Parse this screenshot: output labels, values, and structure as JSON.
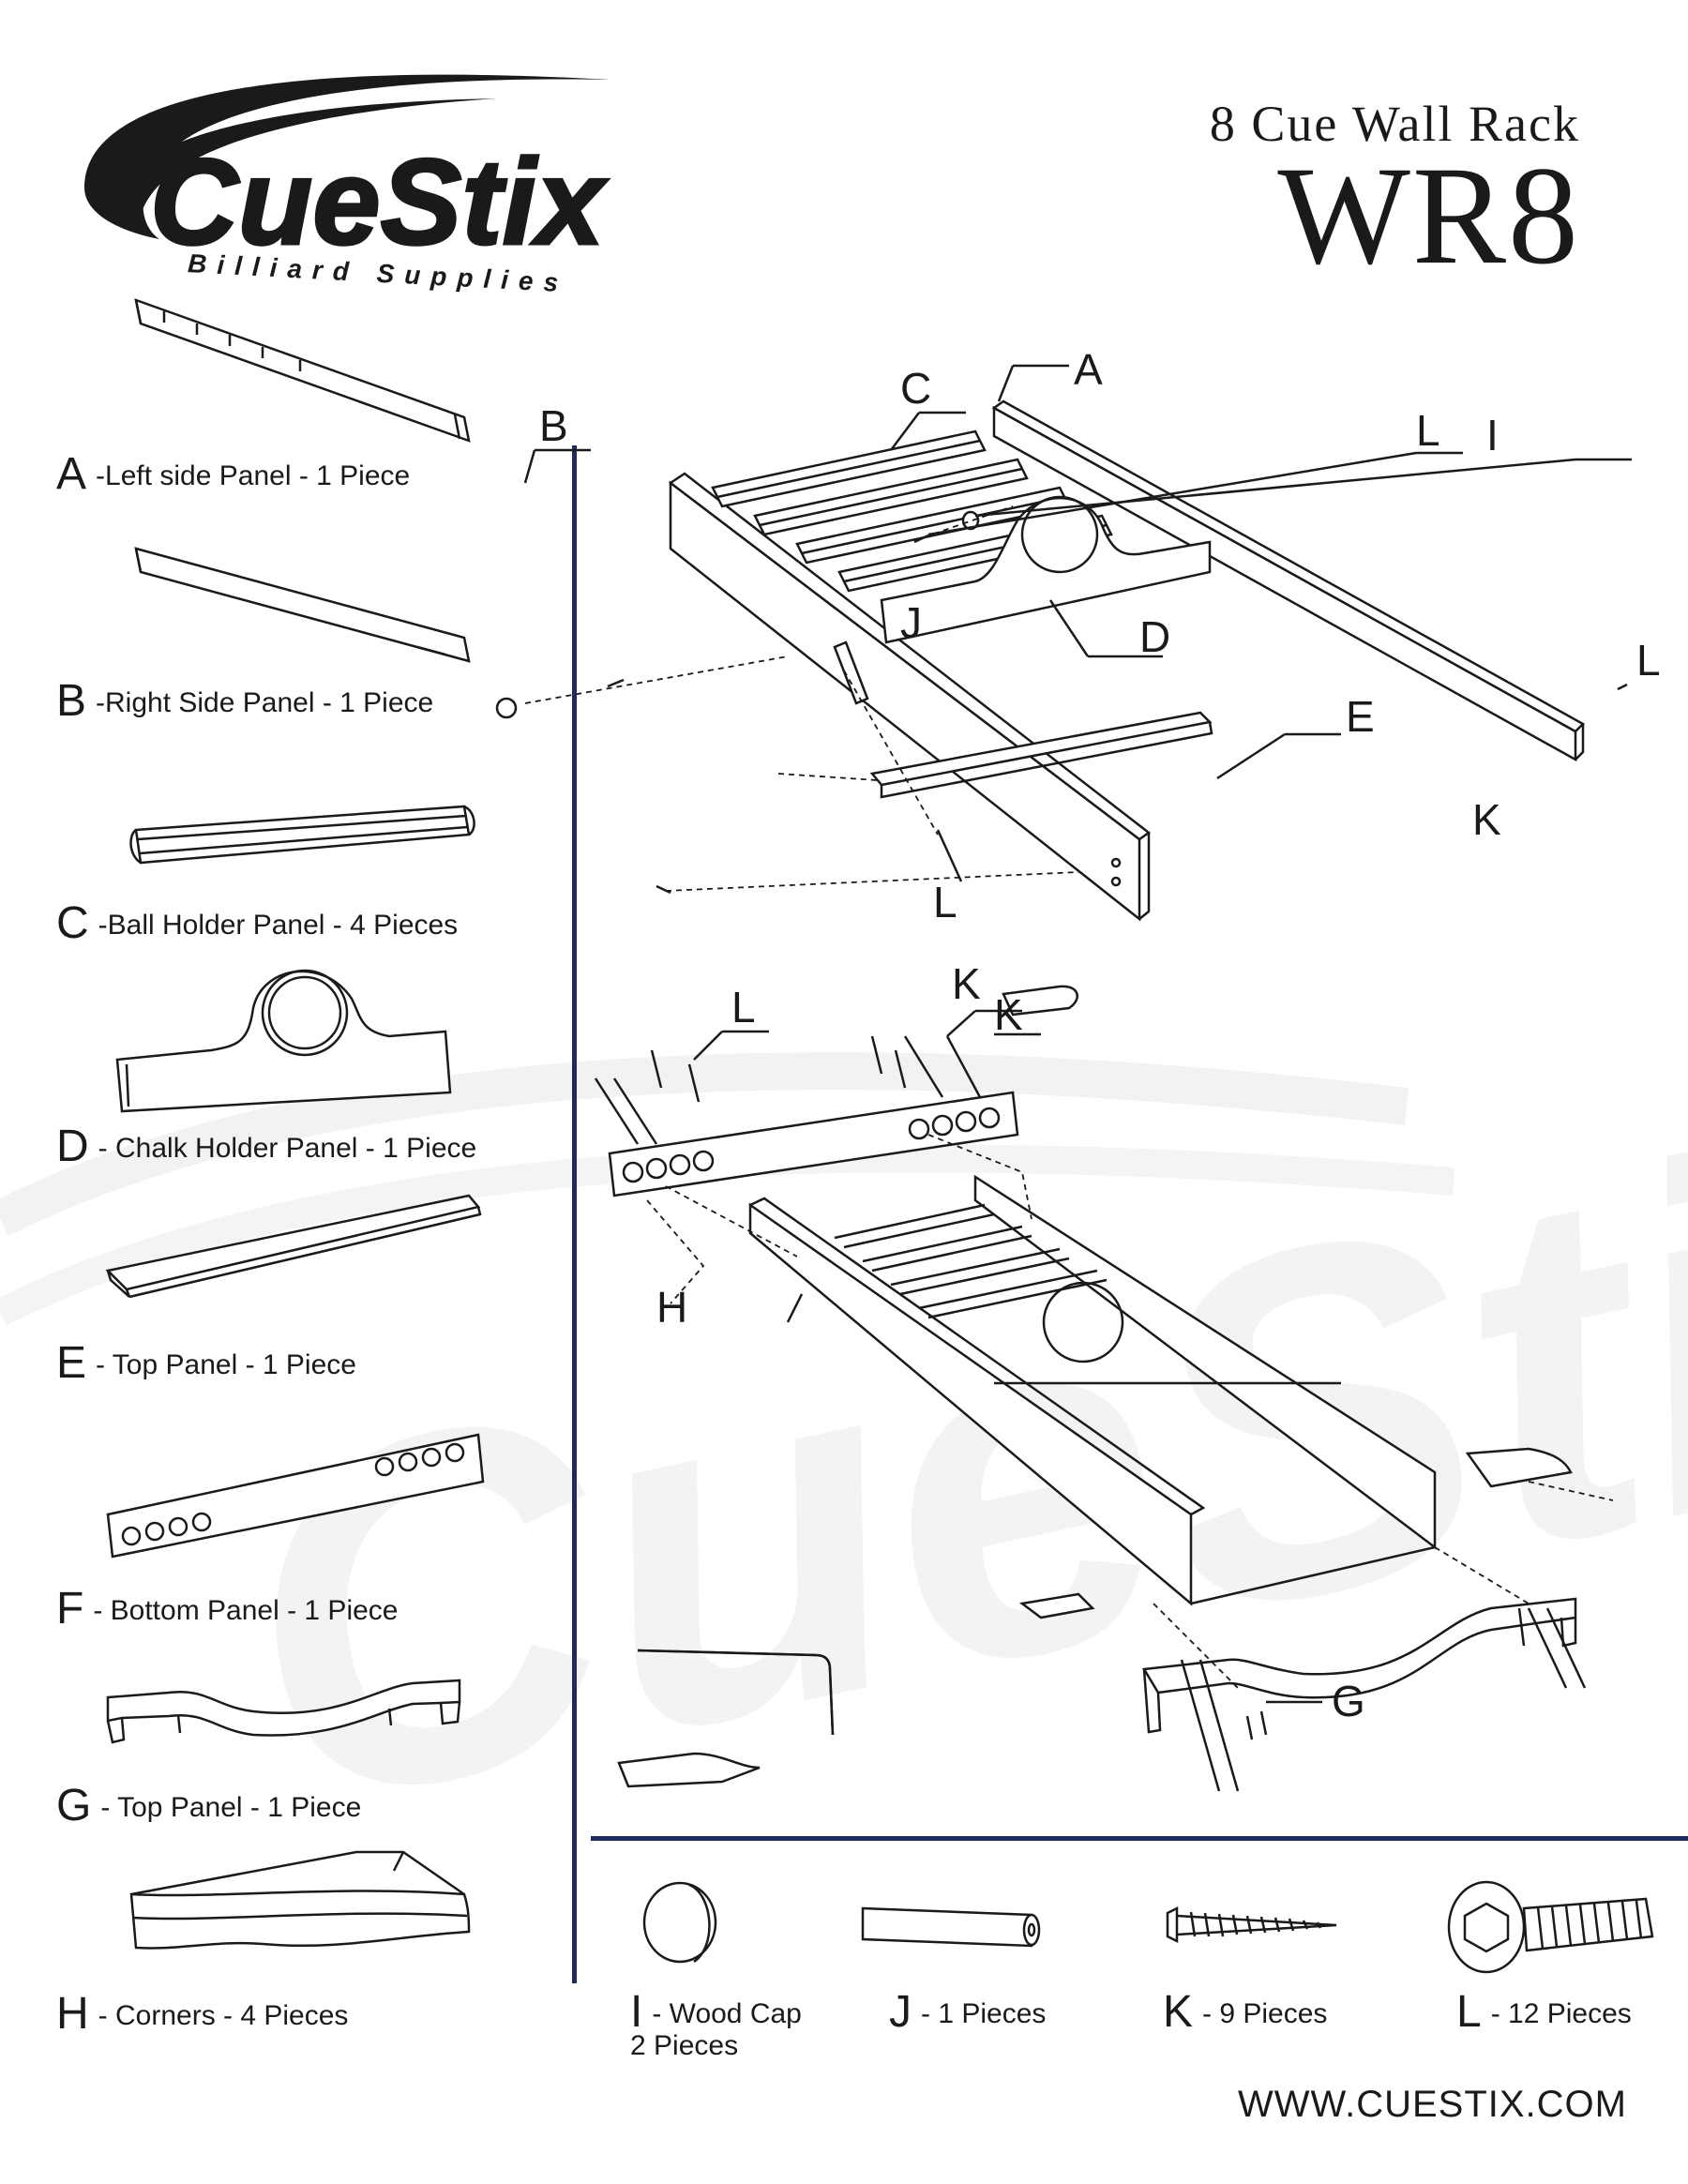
{
  "brand": {
    "name": "CueStix",
    "tagline": "Billiard Supplies"
  },
  "title": {
    "subtitle": "8 Cue Wall Rack",
    "model": "WR8"
  },
  "parts": [
    {
      "letter": "A",
      "text": "-Left side Panel - 1 Piece"
    },
    {
      "letter": "B",
      "text": "-Right Side Panel - 1 Piece"
    },
    {
      "letter": "C",
      "text": "-Ball Holder Panel - 4 Pieces"
    },
    {
      "letter": "D",
      "text": "- Chalk Holder Panel - 1 Piece"
    },
    {
      "letter": "E",
      "text": "- Top Panel - 1 Piece"
    },
    {
      "letter": "F",
      "text": "- Bottom Panel - 1 Piece"
    },
    {
      "letter": "G",
      "text": "- Top Panel - 1 Piece"
    },
    {
      "letter": "H",
      "text": "- Corners - 4 Pieces"
    }
  ],
  "hardware": [
    {
      "letter": "I",
      "text": "- Wood Cap",
      "sub": "2 Pieces"
    },
    {
      "letter": "J",
      "text": "- 1 Pieces",
      "sub": ""
    },
    {
      "letter": "K",
      "text": "- 9 Pieces",
      "sub": ""
    },
    {
      "letter": "L",
      "text": "- 12 Pieces",
      "sub": ""
    }
  ],
  "callouts": {
    "A": "A",
    "B": "B",
    "C": "C",
    "D": "D",
    "E": "E",
    "G": "G",
    "H": "H",
    "I": "I",
    "J": "J",
    "K": "K",
    "L": "L"
  },
  "website": "WWW.CUESTIX.COM"
}
